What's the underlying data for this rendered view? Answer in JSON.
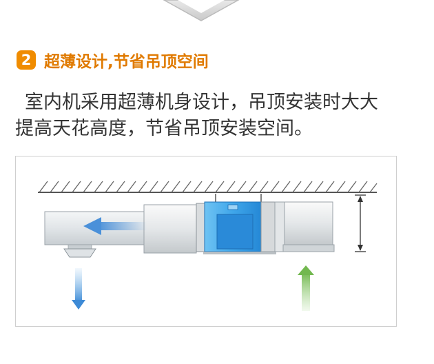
{
  "section": {
    "step_number": "2",
    "title": "超薄设计,节省吊顶空间",
    "description_lines": [
      "室内机采用超薄机身设计，吊顶安装时大大",
      "提高天花高度，节省吊顶安装空间。"
    ]
  },
  "colors": {
    "accent": "#f08c00",
    "title": "#e07a00",
    "text": "#333333",
    "unit_blue": "#3fa6ea",
    "supply_arrow": "#4a90d9",
    "return_arrow": "#8ac76a"
  },
  "icons": [
    "chevron-down-icon",
    "step-number-badge",
    "supply-air-arrow-icon",
    "down-arrow-icon",
    "up-arrow-icon",
    "height-dimension-icon"
  ]
}
